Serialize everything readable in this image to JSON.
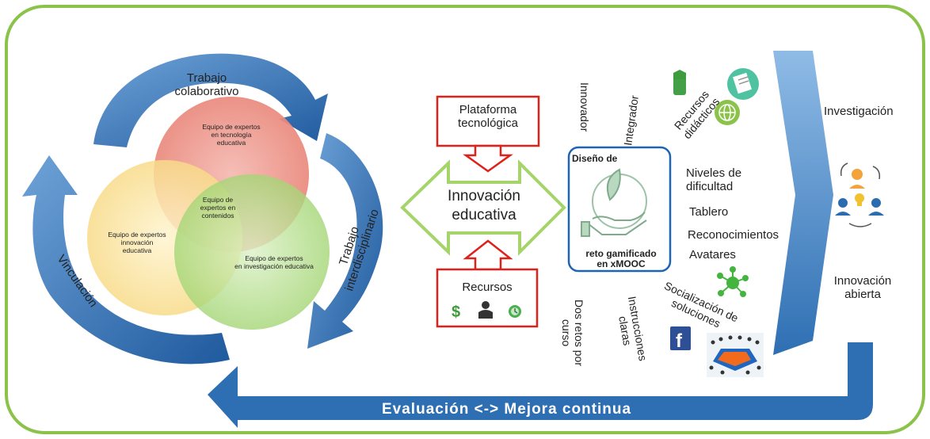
{
  "left_cycle": {
    "arrow_labels": {
      "top": "Trabajo\ncolaborativo",
      "right": "Trabajo\ninterdisciplinario",
      "left": "Vinculación"
    },
    "circles": {
      "top": "Equipo de expertos\nen tecnología\neducativa",
      "left": "Equipo de expertos\ninnovación\neducativa",
      "bottom_right": "Equipo de expertos\nen investigación educativa",
      "center": "Equipo de\nexpertos en\ncontenidos"
    }
  },
  "middle": {
    "platform_label": "Plataforma\ntecnológica",
    "innovation_label": "Innovación\neducativa",
    "resources_label": "Recursos"
  },
  "design_box": {
    "top_label": "Diseño de",
    "bottom_label": "reto gamificado\nen xMOOC"
  },
  "rays": {
    "innovador": "Innovador",
    "integrador": "Integrador",
    "recursos_didacticos": "Recursos\ndidácticos",
    "dos_retos": "Dos retos por\ncurso",
    "instrucciones": "Instrucciones\nclaras",
    "socializacion": "Socialización de\nsoluciones"
  },
  "features": {
    "niveles": "Niveles de\ndificultad",
    "tablero": "Tablero",
    "reconocimientos": "Reconocimientos",
    "avatares": "Avatares"
  },
  "right_side": {
    "investigacion": "Investigación",
    "innovacion_abierta": "Innovación\nabierta"
  },
  "bottom_arrow_label": "Evaluación <-> Mejora continua",
  "icons": [
    "dollar-icon",
    "person-icon",
    "clock-icon",
    "recycle-icon",
    "document-icon",
    "globe-icon",
    "network-icon",
    "facebook-icon",
    "team-icon",
    "collaboration-icon",
    "plant-hand-icon"
  ],
  "colors": {
    "frame_green": "#8bc34a",
    "arrow_blue": "#2e6fb3",
    "red_outline": "#e0201b",
    "green_outline": "#a5d46a"
  }
}
